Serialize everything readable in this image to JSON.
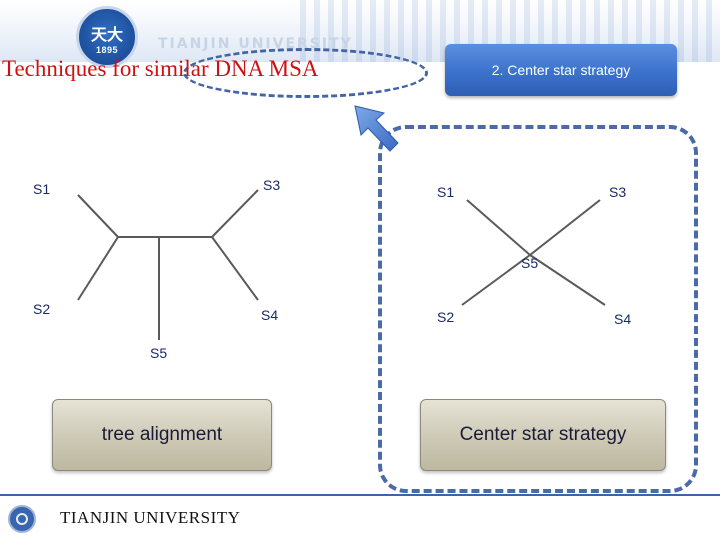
{
  "header": {
    "logo_text": "天大",
    "logo_year": "1895",
    "university": "TIANJIN UNIVERSITY"
  },
  "title": "Techniques for similar DNA MSA",
  "center_button": "2. Center star strategy",
  "tree_diagram": {
    "nodes": {
      "s1": "S1",
      "s2": "S2",
      "s3": "S3",
      "s4": "S4",
      "s5": "S5"
    },
    "box_label": "tree alignment"
  },
  "star_diagram": {
    "nodes": {
      "s1": "S1",
      "s2": "S2",
      "s3": "S3",
      "s4": "S4",
      "s5": "S5"
    },
    "box_label": "Center star strategy"
  },
  "footer": {
    "university": "TIANJIN UNIVERSITY"
  },
  "colors": {
    "title": "#d01010",
    "accent_blue": "#3a6fca",
    "dashed": "#4a6aa8",
    "line": "#5a5a5a"
  }
}
